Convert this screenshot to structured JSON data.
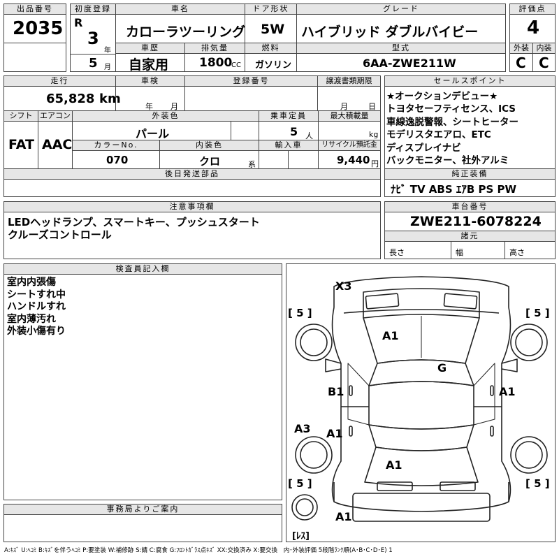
{
  "labels": {
    "lot_no": "出品番号",
    "first_reg": "初度登録",
    "car_name": "車名",
    "door": "ドア形状",
    "grade": "グレード",
    "score": "評価点",
    "year_unit": "年",
    "month_unit": "月",
    "history": "車歴",
    "displacement": "排気量",
    "fuel": "燃料",
    "model_code": "型式",
    "exterior": "外装",
    "interior": "内装",
    "mileage": "走行",
    "inspection": "車検",
    "registration_no": "登録番号",
    "transfer_docs": "譲渡書類期限",
    "sales_points": "セールスポイント",
    "shift": "シフト",
    "aircon": "エアコン",
    "ext_color": "外装色",
    "capacity": "乗車定員",
    "max_load": "最大積載量",
    "color_no": "カラーNo.",
    "int_color": "内装色",
    "import": "輸入車",
    "recycle": "リサイクル預託金",
    "later_parts": "後日発送部品",
    "genuine_equipment": "純正装備",
    "notes": "注意事項欄",
    "chassis_no": "車台番号",
    "specs": "諸元",
    "length": "長さ",
    "width": "幅",
    "height": "高さ",
    "inspector": "検査員記入欄",
    "office": "事務局よりご案内",
    "inspection_month": "月",
    "inspection_year": "年",
    "transfer_month": "月",
    "transfer_day": "日",
    "km": "km",
    "cc": "CC",
    "persons": "人",
    "kg": "kg",
    "yen": "円",
    "kei": "系"
  },
  "values": {
    "lot_no": "2035",
    "era": "R",
    "year": "3",
    "month": "5",
    "car_name": "カローラツーリング",
    "door": "5W",
    "grade": "ハイブリッド ダブルバイビー",
    "score": "4",
    "history": "自家用",
    "displacement": "1800",
    "fuel": "ガソリン",
    "model_code": "6AA-ZWE211W",
    "exterior_grade": "C",
    "interior_grade": "C",
    "mileage": "65,828",
    "shift": "FAT",
    "aircon": "AAC",
    "ext_color": "パール",
    "capacity": "5",
    "color_no": "070",
    "int_color": "クロ",
    "recycle": "9,440",
    "chassis_no": "ZWE211-6078224"
  },
  "sales_points": [
    "★オークションデビュー★",
    "トヨタセーフティセンス、ICS",
    "車線逸脱警報、シートヒーター",
    "モデリスタエアロ、ETC",
    "ディスプレイナビ",
    "バックモニター、社外アルミ"
  ],
  "genuine_equipment": "ﾅﾋﾞ TV ABS ｴｱB PS PW",
  "notes": [
    "LEDヘッドランプ、スマートキー、プッシュスタート",
    "クルーズコントロール"
  ],
  "inspector_notes": [
    "室内内張傷",
    "シートすれ中",
    "ハンドルすれ",
    "室内薄汚れ",
    "外装小傷有り"
  ],
  "diagram": {
    "marks": {
      "front_bumper": "X3",
      "hood": "A1",
      "roof": "G",
      "left_front_door": "B1",
      "right_front_door": "A1",
      "left_rear_quarter": "A3",
      "left_rear_door": "A1",
      "trunk": "A1",
      "rear_bumper": "A1"
    },
    "tires": {
      "front_left": "[ 5 ]",
      "front_right": "[ 5 ]",
      "rear_left": "[ 5 ]",
      "rear_right": "[ 5 ]",
      "spare": "[ﾚｽ]"
    }
  },
  "legend": "A:ｷｽﾞ U:ﾍｺﾐ B:ｷｽﾞを伴うﾍｺﾐ P:要塗装 W:補修跡 S:錆 C:腐食 G:ﾌﾛﾝﾄｶﾞﾗｽ点ｷｽﾞ XX:交換済み X:要交換　内･外装評価 5段階ﾗﾝｸ順(A･B･C･D･E) 1"
}
